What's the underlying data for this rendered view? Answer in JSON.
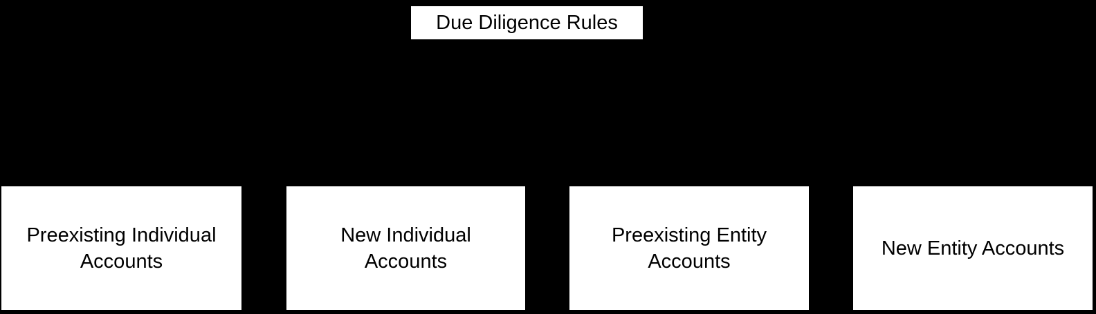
{
  "diagram": {
    "title": "Due Diligence Rules flowchart",
    "colors": {
      "background": "#000000",
      "node_fill": "#ffffff",
      "node_text": "#000000"
    },
    "root": {
      "label": "Due Diligence Rules"
    },
    "children": [
      {
        "label": "Preexisting Individual\nAccounts"
      },
      {
        "label": "New Individual\nAccounts"
      },
      {
        "label": "Preexisting Entity\nAccounts"
      },
      {
        "label": "New Entity Accounts"
      }
    ]
  }
}
